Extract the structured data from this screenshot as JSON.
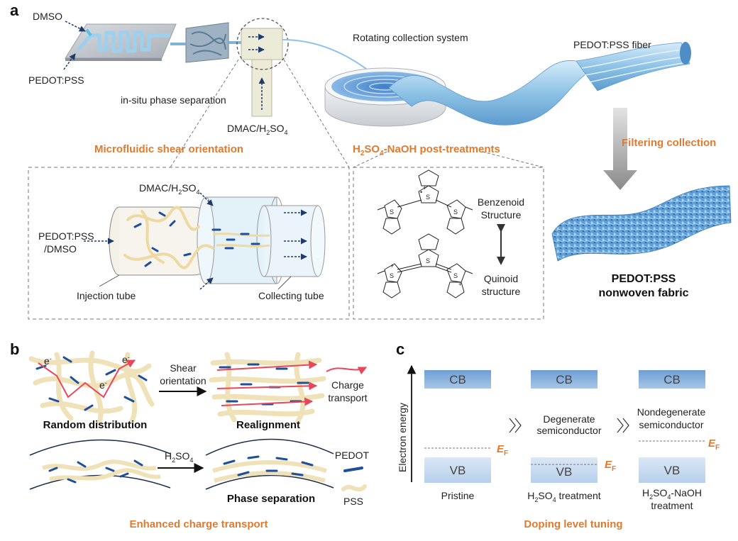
{
  "panels": {
    "a": "a",
    "b": "b",
    "c": "c"
  },
  "panel_a": {
    "dmso": "DMSO",
    "pedot_pss": "PEDOT:PSS",
    "phase_sep": "in-situ phase separation",
    "dmac": "DMAC/H",
    "dmac_sub2": "2",
    "dmac_so": "SO",
    "dmac_sub4": "4",
    "rotating": "Rotating collection system",
    "fiber": "PEDOT:PSS fiber",
    "microfluidic": "Microfluidic shear orientation",
    "posttreat_h": "H",
    "posttreat_2": "2",
    "posttreat_so": "SO",
    "posttreat_4": "4",
    "posttreat_rest": "-NaOH post-treatments",
    "filtering": "Filtering collection",
    "nonwoven_1": "PEDOT:PSS",
    "nonwoven_2": "nonwoven fabric",
    "inset": {
      "dmac": "DMAC/H",
      "dmac_sub2": "2",
      "dmac_so": "SO",
      "dmac_sub4": "4",
      "input_1": "PEDOT:PSS",
      "input_2": "/DMSO",
      "injection": "Injection tube",
      "collecting": "Collecting tube"
    },
    "chem": {
      "benzenoid_1": "Benzenoid",
      "benzenoid_2": "Structure",
      "quinoid_1": "Quinoid",
      "quinoid_2": "structure",
      "s": "S",
      "plus": "+",
      "dot": "•"
    }
  },
  "panel_b": {
    "electron": "e",
    "electron_sup": "-",
    "shear_1": "Shear",
    "shear_2": "orientation",
    "charge_1": "Charge",
    "charge_2": "transport",
    "random": "Random distribution",
    "realign": "Realignment",
    "h2so4_h": "H",
    "h2so4_2": "2",
    "h2so4_so": "SO",
    "h2so4_4": "4",
    "phase_sep": "Phase separation",
    "legend_pedot": "PEDOT",
    "legend_pss": "PSS",
    "caption": "Enhanced charge transport"
  },
  "panel_c": {
    "yaxis": "Electron energy",
    "cb": "CB",
    "vb": "VB",
    "ef": "E",
    "ef_sub": "F",
    "degenerate_1": "Degenerate",
    "degenerate_2": "semiconductor",
    "nondegenerate_1": "Nondegenerate",
    "nondegenerate_2": "semiconductor",
    "pristine": "Pristine",
    "h2so4_label_h": "H",
    "h2so4_label_2": "2",
    "h2so4_label_so": "SO",
    "h2so4_label_4": "4",
    "h2so4_label_rest": " treatment",
    "naoh_h": "H",
    "naoh_2": "2",
    "naoh_so": "SO",
    "naoh_4": "4",
    "naoh_rest": "-NaOH",
    "naoh_line2": "treatment",
    "caption": "Doping level tuning"
  },
  "colors": {
    "accent_orange": "#e07a2f",
    "fiber_blue": "#8ec3e6",
    "band_blue": "#7aa7d6",
    "pss_yellow": "#f0e2b8",
    "pedot_blue": "#1f4e9a",
    "electron_path": "#e8475b"
  }
}
